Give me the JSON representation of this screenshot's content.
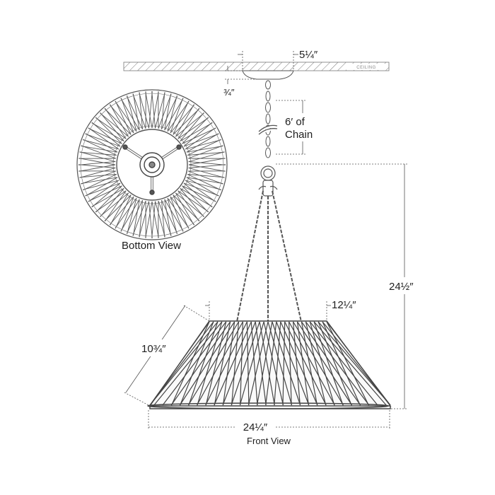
{
  "labels": {
    "ceiling": "CEILING",
    "canopy_width": "5¼″",
    "canopy_depth": "¾″",
    "chain_length_line1": "6′ of",
    "chain_length_line2": "Chain",
    "overall_height": "24½″",
    "shade_top_width": "12¼″",
    "shade_slant_height": "10¾″",
    "shade_bottom_width": "24¼″",
    "bottom_view": "Bottom View",
    "front_view": "Front View"
  },
  "colors": {
    "line": "#555555",
    "text": "#1e1e1e",
    "background": "#ffffff"
  }
}
